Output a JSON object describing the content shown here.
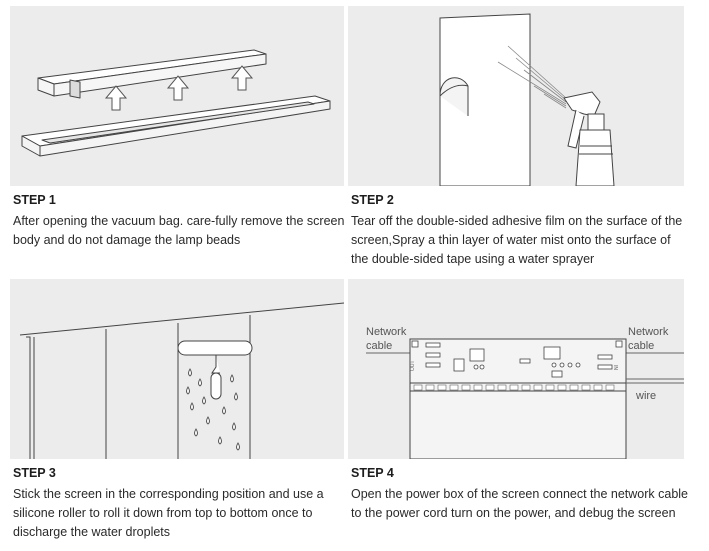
{
  "steps": [
    {
      "title": "STEP 1",
      "text": "After opening the vacuum bag. care-fully remove the screen body and do not damage the lamp beads"
    },
    {
      "title": "STEP 2",
      "text": "Tear off the double-sided adhesive film on the surface of the screen,Spray a thin layer of water mist onto the surface of the double-sided tape using a water sprayer"
    },
    {
      "title": "STEP 3",
      "text": "Stick the screen in the corresponding position and use a silicone roller to roll it down from top to bottom once to discharge the water droplets"
    },
    {
      "title": "STEP 4",
      "text": "Open the power box of the screen connect the network cable to the power cord turn on the power, and debug the screen"
    }
  ],
  "diagram4": {
    "network_left_1": "Network",
    "network_left_2": "cable",
    "network_right_1": "Network",
    "network_right_2": "cable",
    "wire": "wire",
    "port_in": "IN",
    "port_out": "OUT"
  },
  "icons": [
    "lift-arrow-icon",
    "spray-bottle-icon",
    "roller-icon",
    "water-droplet-icon",
    "circuit-board-icon"
  ]
}
